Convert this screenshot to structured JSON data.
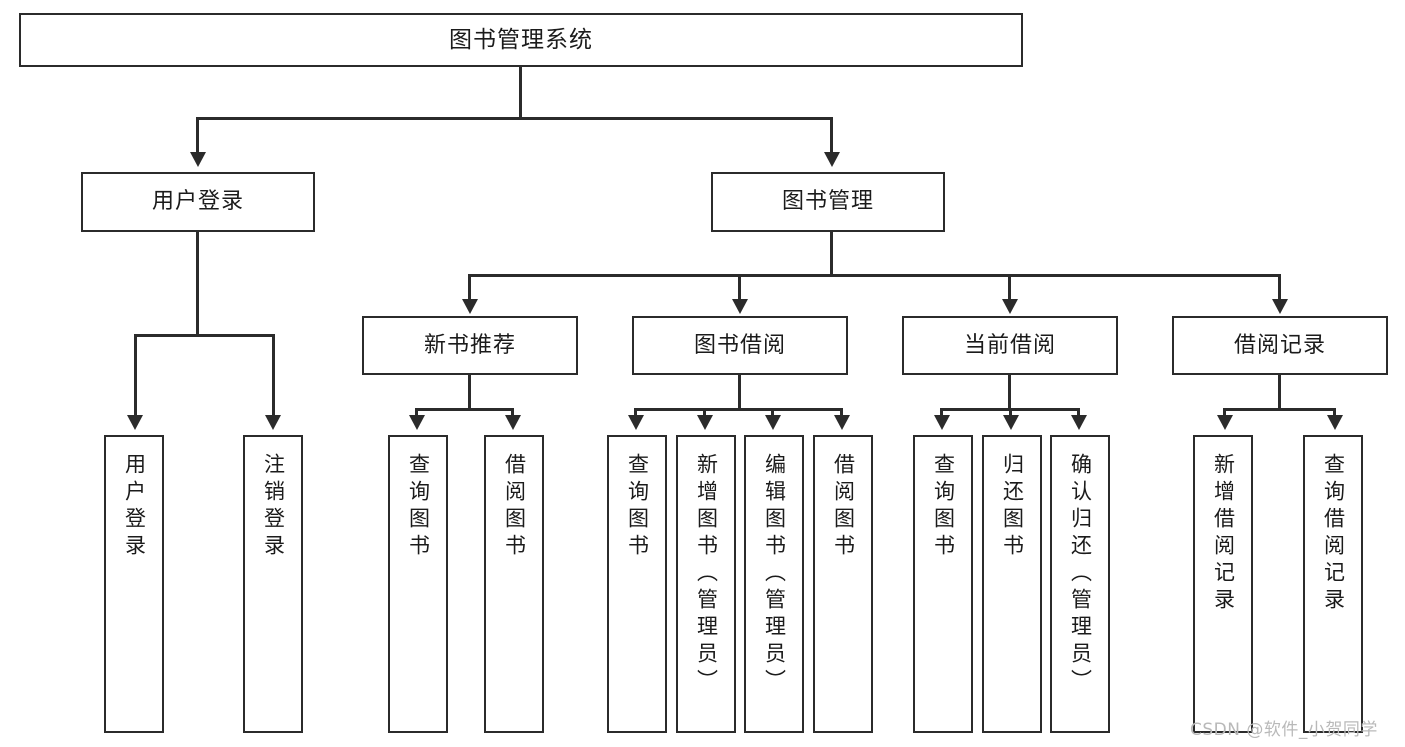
{
  "diagram": {
    "type": "hierarchy-tree",
    "title": "图书管理系统",
    "orientation": "top-down",
    "colors": {
      "stroke": "#2b2b2b",
      "fill": "#ffffff",
      "text": "#1b1b1b",
      "watermark": "#b9b9b9"
    },
    "root": {
      "label": "图书管理系统"
    },
    "level1": [
      {
        "label": "用户登录"
      },
      {
        "label": "图书管理"
      }
    ],
    "level2": [
      {
        "label": "新书推荐"
      },
      {
        "label": "图书借阅"
      },
      {
        "label": "当前借阅"
      },
      {
        "label": "借阅记录"
      }
    ],
    "leaves": {
      "user_login": [
        {
          "label": "用户登录"
        },
        {
          "label": "注销登录"
        }
      ],
      "new_book_recommend": [
        {
          "label": "查询图书"
        },
        {
          "label": "借阅图书"
        }
      ],
      "book_borrow": [
        {
          "label": "查询图书"
        },
        {
          "label": "新增图书（管理员）"
        },
        {
          "label": "编辑图书（管理员）"
        },
        {
          "label": "借阅图书"
        }
      ],
      "current_borrow": [
        {
          "label": "查询图书"
        },
        {
          "label": "归还图书"
        },
        {
          "label": "确认归还（管理员）"
        }
      ],
      "borrow_record": [
        {
          "label": "新增借阅记录"
        },
        {
          "label": "查询借阅记录"
        }
      ]
    }
  },
  "watermark": {
    "text": "CSDN @软件_小贺同学"
  }
}
